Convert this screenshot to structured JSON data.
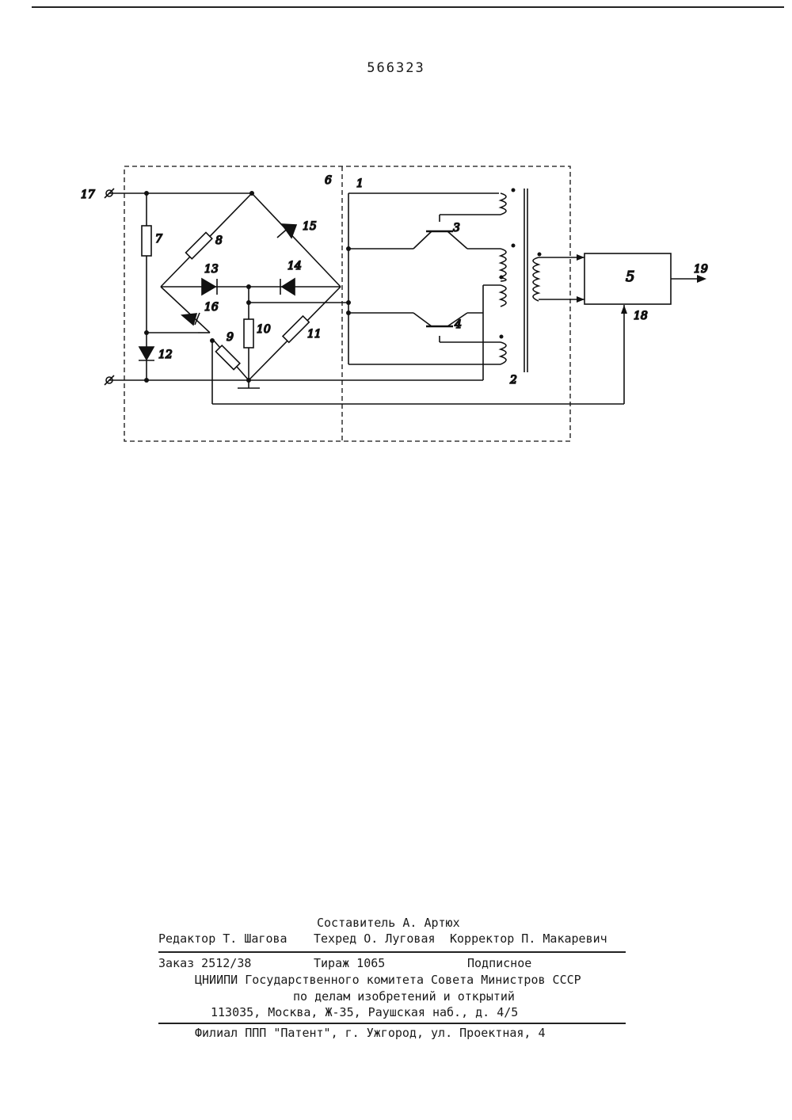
{
  "patent_number": "566323",
  "schematic": {
    "labels": {
      "terminal_in": "17",
      "r7": "7",
      "r8": "8",
      "r9": "9",
      "r10": "10",
      "r11": "11",
      "d12": "12",
      "d13": "13",
      "d14": "14",
      "d15": "15",
      "d16": "16",
      "block6": "6",
      "block1": "1",
      "block2": "2",
      "t3": "3",
      "t4": "4",
      "unit5": "5",
      "input18": "18",
      "output19": "19"
    }
  },
  "imprint": {
    "compiler": "Составитель А. Артюх",
    "editor": "Редактор Т. Шагова",
    "techred": "Техред О. Луговая",
    "corrector": "Корректор П. Макаревич",
    "order": "Заказ 2512/38",
    "circulation": "Тираж 1065",
    "subscription": "Подписное",
    "institute": "ЦНИИПИ Государственного комитета Совета Министров СССР",
    "affairs": "по делам изобретений и открытий",
    "address": "113035, Москва, Ж-35, Раушская наб., д. 4/5",
    "branch": "Филиал ППП \"Патент\", г. Ужгород, ул. Проектная, 4"
  }
}
